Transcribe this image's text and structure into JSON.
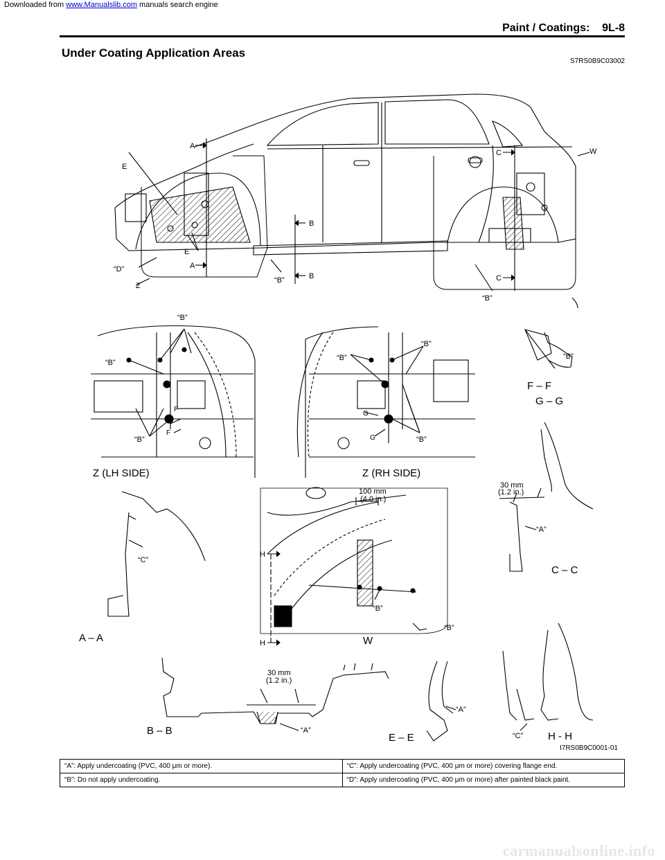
{
  "download_line": {
    "prefix": "Downloaded from ",
    "link_text": "www.Manualslib.com",
    "suffix": " manuals search engine"
  },
  "header": {
    "title": "Paint / Coatings:    9L-8"
  },
  "section": {
    "title": "Under Coating Application Areas",
    "code": "S7RS0B9C03002"
  },
  "figure": {
    "id": "I7RS0B9C0001-01",
    "view_titles": {
      "z_lh": "Z (LH SIDE)",
      "z_rh": "Z (RH SIDE)",
      "w": "W",
      "aa": "A – A",
      "bb": "B – B",
      "cc": "C – C",
      "ee": "E – E",
      "ff": "F – F",
      "gg": "G – G",
      "hh": "H - H"
    },
    "section_marks": {
      "a": "A",
      "b": "B",
      "c": "C",
      "e": "E",
      "f": "F",
      "g": "G",
      "h": "H",
      "z": "Z",
      "w": "W"
    },
    "callouts": {
      "a": "“A”",
      "b": "“B”",
      "c": "“C”",
      "d": "“D”"
    },
    "dimensions": {
      "d100_mm": "100 mm",
      "d100_in": "(4.0 in.)",
      "d30_mm": "30 mm",
      "d30_in": "(1.2 in.)"
    }
  },
  "legend": [
    [
      "“A”:   Apply undercoating (PVC, 400 μm or more).",
      "“C”:   Apply undercoating (PVC, 400 μm or more) covering flange end."
    ],
    [
      "“B”:   Do not apply undercoating.",
      "“D”:   Apply undercoating (PVC, 400 μm or more) after painted black paint."
    ]
  ],
  "footer": {
    "watermark": "carmanualsonline.info"
  }
}
